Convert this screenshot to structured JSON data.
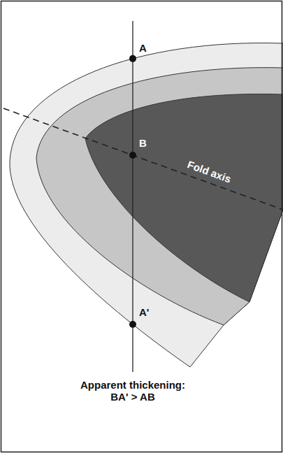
{
  "diagram": {
    "labels": [
      "A",
      "B",
      "A'",
      "Fold axis",
      "Apparent thickening: BA' > AB"
    ]
  }
}
